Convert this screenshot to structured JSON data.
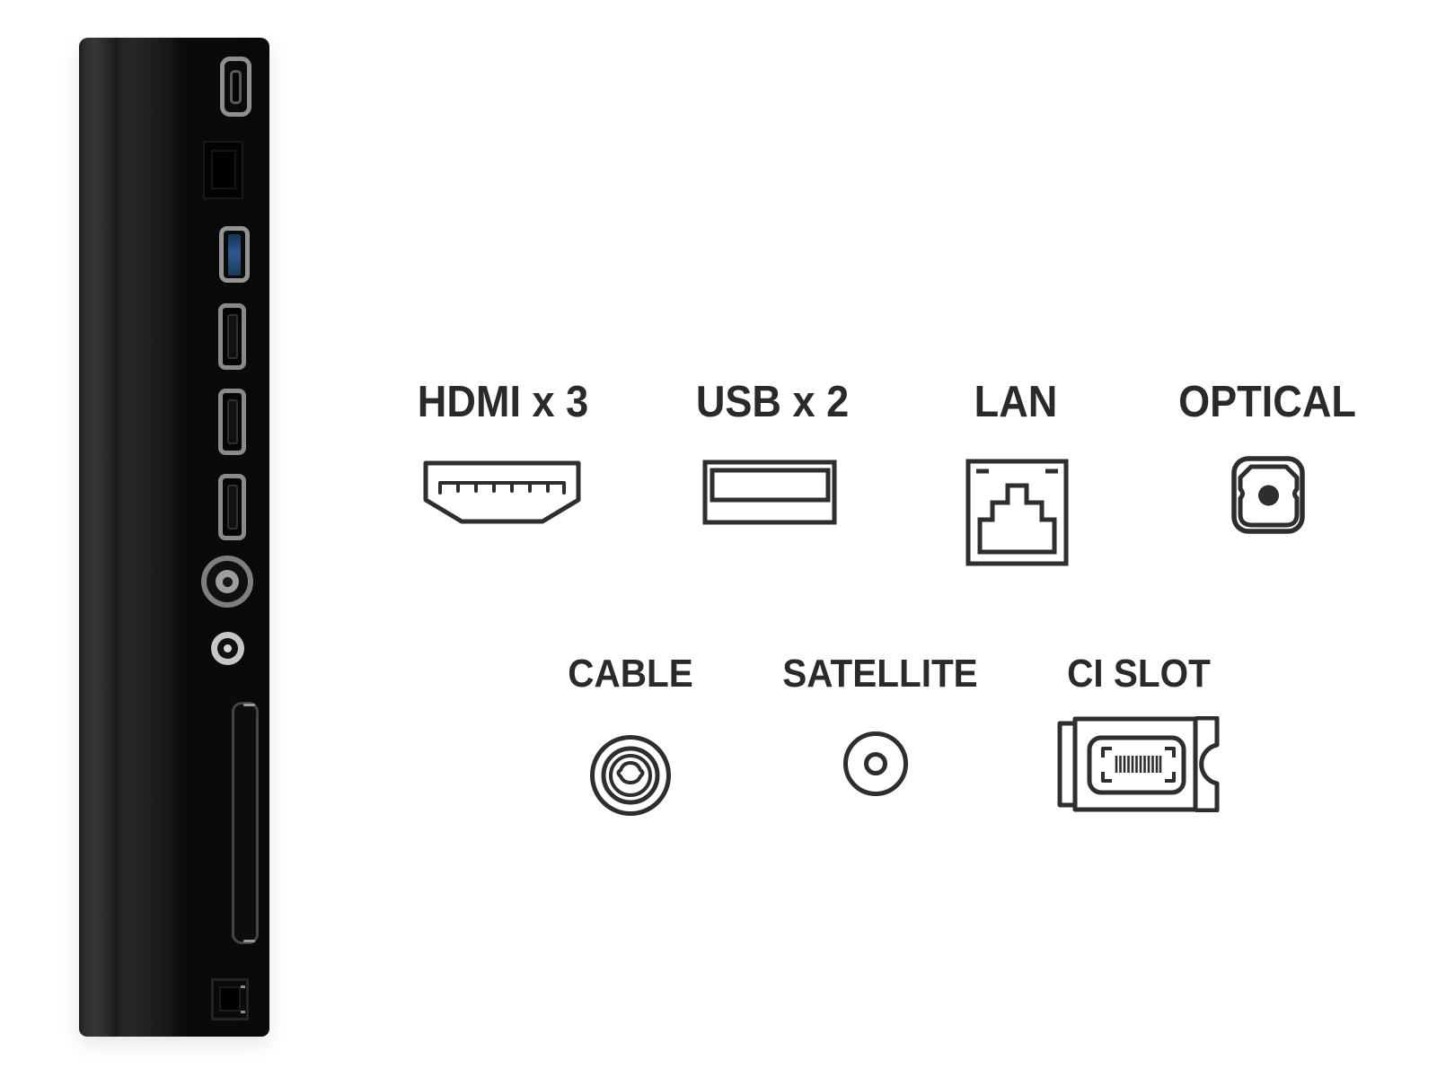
{
  "colors": {
    "background": "#ffffff",
    "icon_line": "#2e2e2e",
    "label_text": "#2a2a2a",
    "usb3_blue": "#2c5a8f"
  },
  "top_row": [
    {
      "label": "HDMI x 3",
      "icon": "hdmi-connector-icon"
    },
    {
      "label": "USB x 2",
      "icon": "usb-type-a-icon"
    },
    {
      "label": "LAN",
      "icon": "rj45-ethernet-icon"
    },
    {
      "label": "OPTICAL",
      "icon": "toslink-optical-icon"
    }
  ],
  "bottom_row": [
    {
      "label": "CABLE",
      "icon": "rf-coax-connector-icon"
    },
    {
      "label": "SATELLITE",
      "icon": "satellite-f-connector-icon"
    },
    {
      "label": "CI SLOT",
      "icon": "ci-module-icon"
    }
  ],
  "tv_panel": {
    "ports": [
      "usb-port",
      "lan-port",
      "usb3-port",
      "hdmi-port-1",
      "hdmi-port-2",
      "hdmi-port-3",
      "cable-rf-connector",
      "satellite-connector",
      "ci-card-slot",
      "service-port"
    ]
  }
}
